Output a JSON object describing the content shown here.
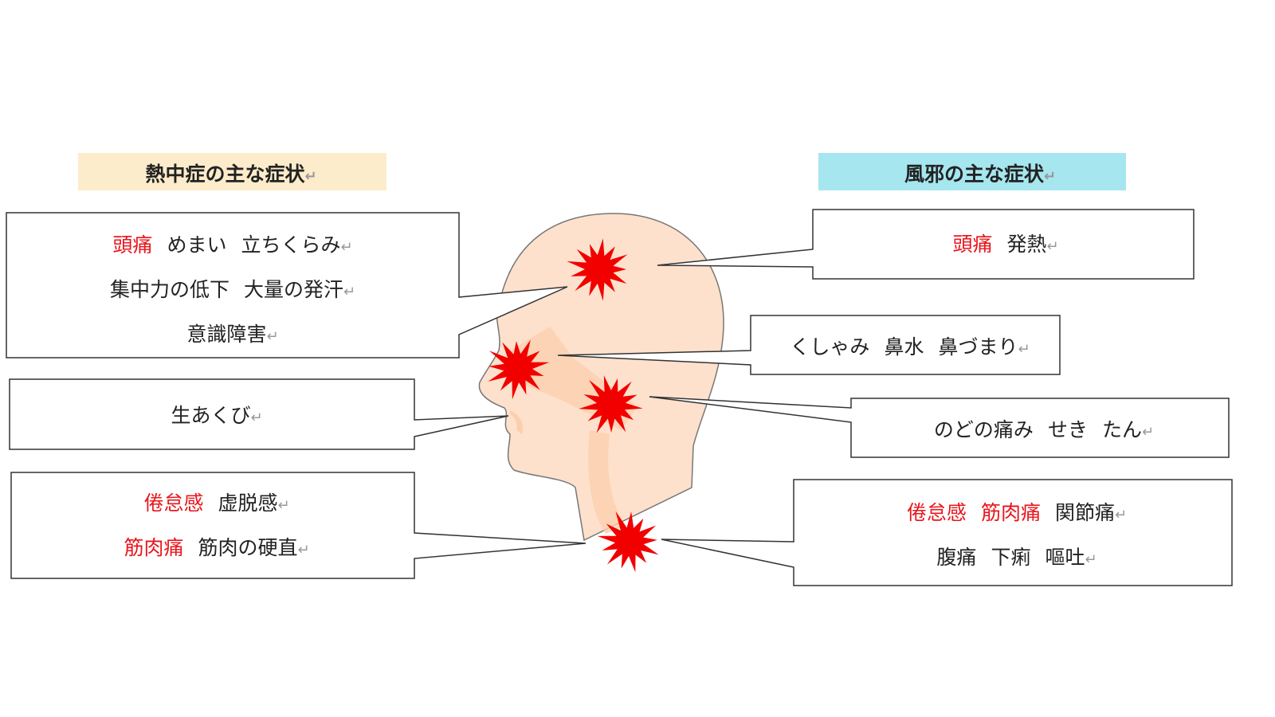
{
  "heatstroke": {
    "title": "熱中症の主な症状",
    "boxes": [
      {
        "lines": [
          [
            {
              "t": "頭痛",
              "red": true
            },
            {
              "t": "めまい",
              "red": false
            },
            {
              "t": "立ちくらみ",
              "red": false
            }
          ],
          [
            {
              "t": "集中力の低下",
              "red": false
            },
            {
              "t": "大量の発汗",
              "red": false
            }
          ],
          [
            {
              "t": "意識障害",
              "red": false
            }
          ]
        ]
      },
      {
        "lines": [
          [
            {
              "t": "生あくび",
              "red": false
            }
          ]
        ]
      },
      {
        "lines": [
          [
            {
              "t": "倦怠感",
              "red": true
            },
            {
              "t": "虚脱感",
              "red": false
            }
          ],
          [
            {
              "t": "筋肉痛",
              "red": true
            },
            {
              "t": "筋肉の硬直",
              "red": false
            }
          ]
        ]
      }
    ]
  },
  "cold": {
    "title": "風邪の主な症状",
    "boxes": [
      {
        "lines": [
          [
            {
              "t": "頭痛",
              "red": true
            },
            {
              "t": "発熱",
              "red": false
            }
          ]
        ]
      },
      {
        "lines": [
          [
            {
              "t": "くしゃみ",
              "red": false
            },
            {
              "t": "鼻水",
              "red": false
            },
            {
              "t": "鼻づまり",
              "red": false
            }
          ]
        ]
      },
      {
        "lines": [
          [
            {
              "t": "のどの痛み",
              "red": false
            },
            {
              "t": "せき",
              "red": false
            },
            {
              "t": "たん",
              "red": false
            }
          ]
        ]
      },
      {
        "lines": [
          [
            {
              "t": "倦怠感",
              "red": true
            },
            {
              "t": "筋肉痛",
              "red": true
            },
            {
              "t": "関節痛",
              "red": false
            }
          ],
          [
            {
              "t": "腹痛",
              "red": false
            },
            {
              "t": "下痢",
              "red": false
            },
            {
              "t": "嘔吐",
              "red": false
            }
          ]
        ]
      }
    ]
  },
  "return_mark": "↵",
  "colors": {
    "symptom_red": "#e8161c",
    "heatstroke_header": "#fdeccb",
    "cold_header": "#a6e6ef",
    "skin": "#fde1cc",
    "burst": "#f20000"
  }
}
